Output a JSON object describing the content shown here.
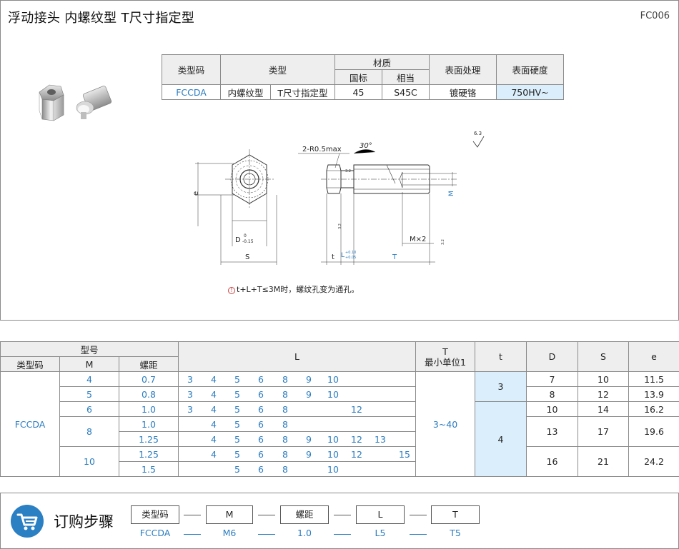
{
  "header": {
    "title": "浮动接头  内螺纹型  T尺寸指定型",
    "code": "FC006"
  },
  "spec": {
    "h_typecode": "类型码",
    "h_type": "类型",
    "h_material": "材质",
    "h_std": "国标",
    "h_equiv": "相当",
    "h_surface": "表面处理",
    "h_hardness": "表面硬度",
    "typecode": "FCCDA",
    "type1": "内螺纹型",
    "type2": "T尺寸指定型",
    "std": "45",
    "equiv": "S45C",
    "surface": "镀硬铬",
    "hardness": "750HV~"
  },
  "drawing": {
    "radius": "2-R0.5max",
    "angle": "30°",
    "roughness_top": "6.3",
    "rough_small": "3.2",
    "e": "e",
    "D": "D",
    "D_tol_up": "0",
    "D_tol_low": "-0.15",
    "S": "S",
    "t": "t",
    "L": "L",
    "L_tol_up": "+0.10",
    "L_tol_low": "+0.05",
    "T": "T",
    "M": "M",
    "Mx2": "M×2"
  },
  "note": {
    "icon": "!",
    "text": "t+L+T≤3M时，螺纹孔变为通孔。"
  },
  "size_table": {
    "h_model": "型号",
    "h_typecode": "类型码",
    "h_M": "M",
    "h_pitch": "螺距",
    "h_L": "L",
    "h_T": "T",
    "h_T_unit": "最小单位1",
    "h_t": "t",
    "h_D": "D",
    "h_S": "S",
    "h_e": "e",
    "typecode": "FCCDA",
    "T_range": "3~40",
    "rows": [
      {
        "M": "4",
        "pitch": "0.7",
        "L": [
          "3",
          "4",
          "5",
          "6",
          "8",
          "9",
          "10"
        ]
      },
      {
        "M": "5",
        "pitch": "0.8",
        "L": [
          "3",
          "4",
          "5",
          "6",
          "8",
          "9",
          "10"
        ]
      },
      {
        "M": "6",
        "pitch": "1.0",
        "L": [
          "3",
          "4",
          "5",
          "6",
          "8",
          "12"
        ]
      },
      {
        "M": "8",
        "pitch": "1.0",
        "L": [
          "4",
          "5",
          "6",
          "8"
        ]
      },
      {
        "M": "",
        "pitch": "1.25",
        "L": [
          "4",
          "5",
          "6",
          "8",
          "9",
          "10",
          "12",
          "13"
        ]
      },
      {
        "M": "10",
        "pitch": "1.25",
        "L": [
          "4",
          "5",
          "6",
          "8",
          "9",
          "10",
          "12",
          "15"
        ]
      },
      {
        "M": "",
        "pitch": "1.5",
        "L": [
          "5",
          "6",
          "8",
          "10"
        ]
      }
    ],
    "t_groups": [
      "3",
      "4"
    ],
    "D": [
      "7",
      "8",
      "10",
      "13",
      "16"
    ],
    "S": [
      "10",
      "12",
      "14",
      "17",
      "21"
    ],
    "e": [
      "11.5",
      "13.9",
      "16.2",
      "19.6",
      "24.2"
    ]
  },
  "order": {
    "title": "订购步骤",
    "steps": [
      {
        "label": "类型码",
        "value": "FCCDA"
      },
      {
        "label": "M",
        "value": "M6"
      },
      {
        "label": "螺距",
        "value": "1.0"
      },
      {
        "label": "L",
        "value": "L5"
      },
      {
        "label": "T",
        "value": "T5"
      }
    ]
  },
  "colors": {
    "accent": "#2a7cc0",
    "header_bg": "#eeeeee",
    "highlight_bg": "#dbeefb",
    "cart": "#2b7fc3"
  },
  "icons": {
    "order": "shopping-cart-icon",
    "note": "warning-circle-icon"
  }
}
